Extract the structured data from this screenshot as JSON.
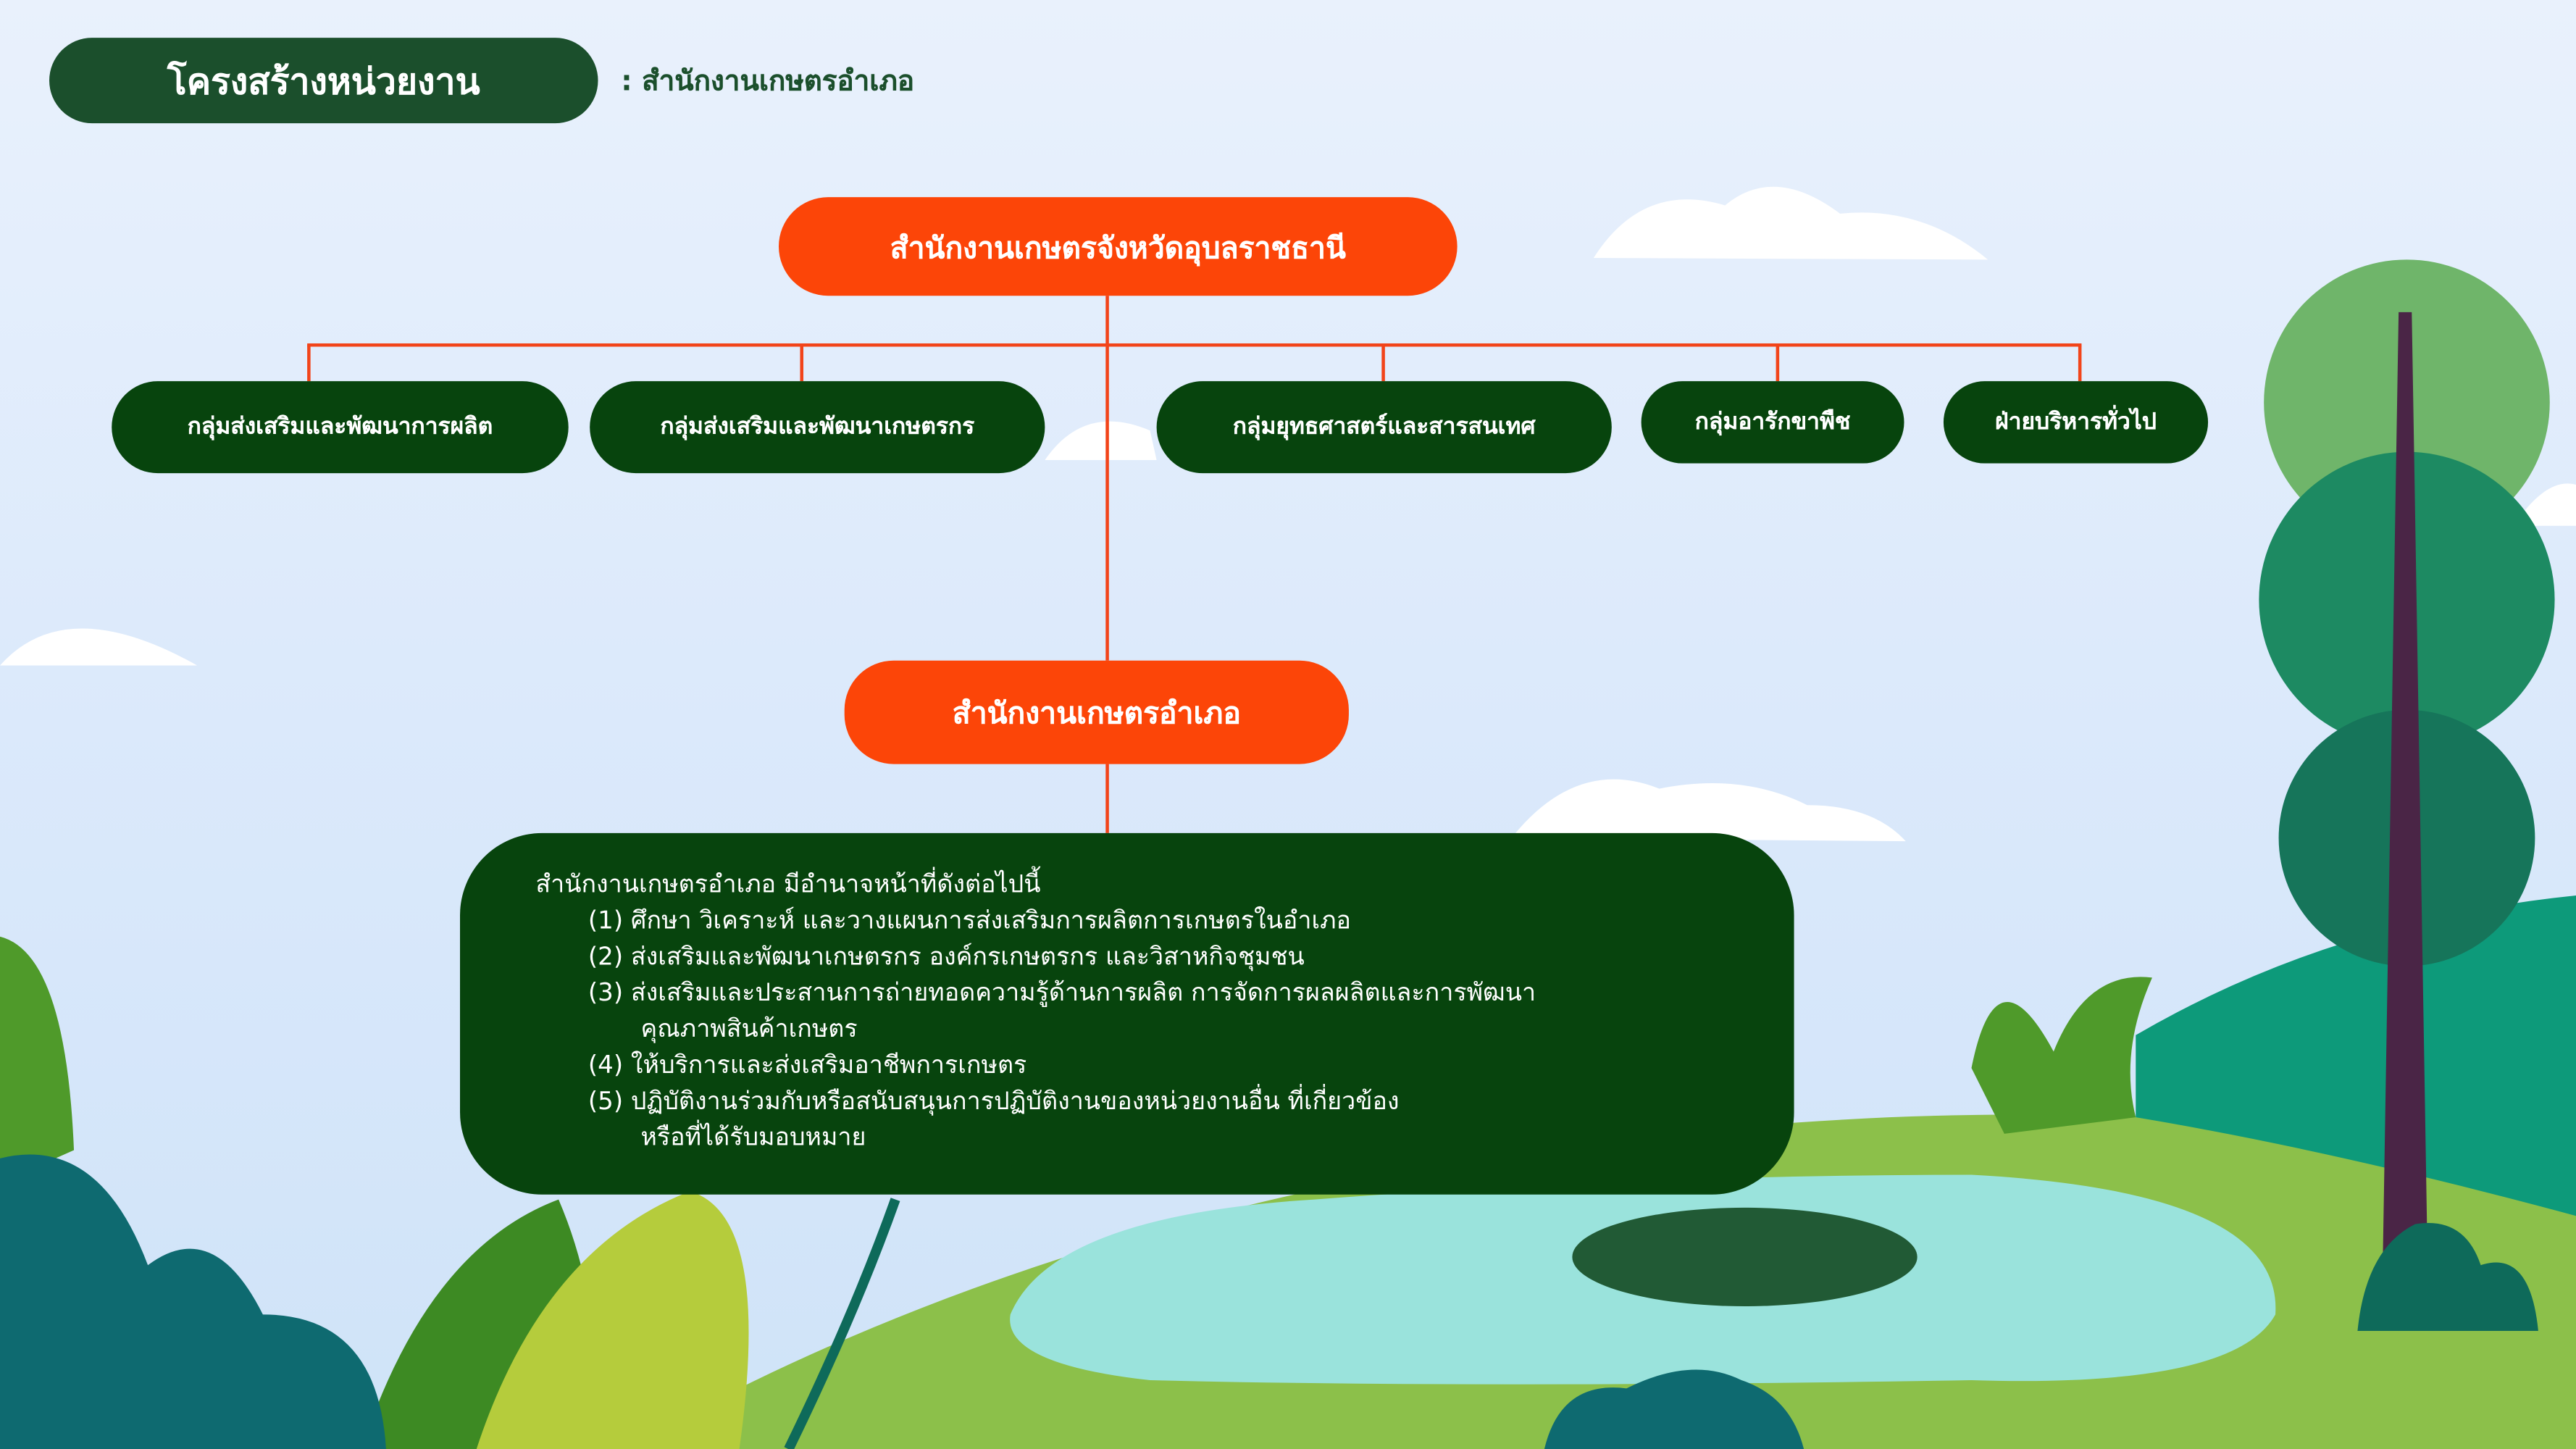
{
  "header": {
    "title": "โครงสร้างหน่วยงาน",
    "subtitle": ": สำนักงานเกษตรอำเภอ"
  },
  "org": {
    "top": "สำนักงานเกษตรจังหวัดอุบลราชธานี",
    "groups": [
      "กลุ่มส่งเสริมและพัฒนาการผลิต",
      "กลุ่มส่งเสริมและพัฒนาเกษตรกร",
      "กลุ่มยุทธศาสตร์และสารสนเทศ",
      "กลุ่มอารักขาพืช",
      "ฝ่ายบริหารทั่วไป"
    ],
    "district": "สำนักงานเกษตรอำเภอ"
  },
  "duties": {
    "intro": "สำนักงานเกษตรอำเภอ มีอำนาจหน้าที่ดังต่อไปนี้",
    "items": [
      "(1) ศึกษา วิเคราะห์ และวางแผนการส่งเสริมการผลิตการเกษตรในอำเภอ",
      "(2) ส่งเสริมและพัฒนาเกษตรกร องค์กรเกษตรกร และวิสาหกิจชุมชน",
      "(3) ส่งเสริมและประสานการถ่ายทอดความรู้ด้านการผลิต การจัดการผลผลิตและการพัฒนา",
      "คุณภาพสินค้าเกษตร",
      "(4) ให้บริการและส่งเสริมอาชีพการเกษตร",
      "(5) ปฏิบัติงานร่วมกับหรือสนับสนุนการปฏิบัติงานของหน่วยงานอื่น ที่เกี่ยวข้อง",
      "หรือที่ได้รับมอบหมาย"
    ]
  },
  "colors": {
    "dark_green": "#07440d",
    "title_green": "#1b4f2c",
    "orange": "#fc4508",
    "line": "#f2441a"
  }
}
